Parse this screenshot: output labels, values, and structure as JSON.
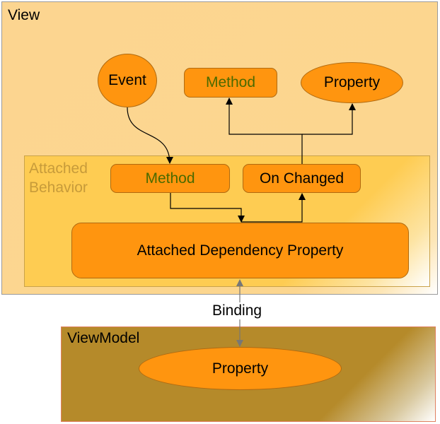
{
  "panels": {
    "view": "View",
    "attached_behavior": "Attached\nBehavior",
    "viewmodel": "ViewModel"
  },
  "nodes": {
    "event": "Event",
    "method_top": "Method",
    "property_top": "Property",
    "method_inner": "Method",
    "on_changed": "On Changed",
    "attached_dependency_property": "Attached Dependency Property",
    "viewmodel_property": "Property"
  },
  "edges": {
    "binding_label": "Binding"
  },
  "colors": {
    "view_background": "#fcd590",
    "behavior_background": "#fecc52",
    "viewmodel_background": "#b58a2a",
    "node_fill": "#ff950f",
    "method_text": "#4a6a00",
    "behavior_title": "#c79b3a"
  }
}
